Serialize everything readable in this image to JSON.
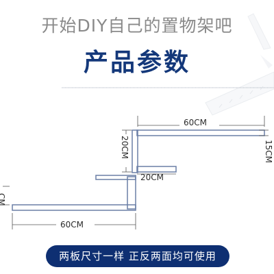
{
  "header": {
    "headline": "开始DIY自己的置物架吧",
    "title": "产品参数"
  },
  "diagram": {
    "dimensions": {
      "top_shelf_width": "60CM",
      "top_shelf_thickness": "15CM",
      "upright_height": "20CM",
      "middle_shelf_width": "20CM",
      "bottom_shelf_width": "60CM",
      "bottom_left_partial": "CM"
    }
  },
  "footer": {
    "note": "两板尺寸一样   正反两面均可使用"
  },
  "colors": {
    "title": "#14387a",
    "pill_background": "#0e2f72",
    "line": "#6a7fa6"
  }
}
